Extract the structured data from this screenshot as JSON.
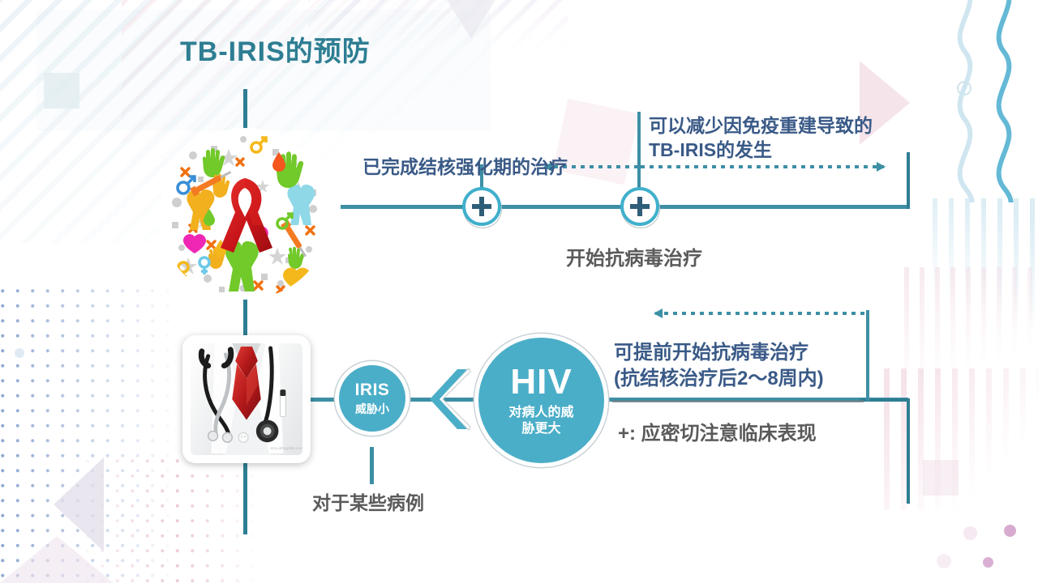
{
  "slide": {
    "title": "TB-IRIS的预防",
    "accent_teal": "#2E7E93",
    "accent_line": "#3D8FA5",
    "bubble_blue": "#4BAEC8",
    "label_blue": "#3A5A87",
    "gray_text": "#5a5a5a"
  },
  "timeline": {
    "label_completed_intensive": "已完成结核强化期的治疗",
    "label_reduce_iris": "可以减少因免疫重建导致的TB-IRIS的发生",
    "label_start_art": "开始抗病毒治疗",
    "marker_symbol": "+"
  },
  "lower": {
    "hiv_title": "HIV",
    "hiv_sub": "对病人的威胁\n更大",
    "hiv_sub_line1": "对病人的威",
    "hiv_sub_line2": "胁更大",
    "iris_title": "IRIS",
    "iris_sub": "威胁小",
    "label_early_art": "可提前开始抗病毒治疗\n(抗结核治疗后2～8周内)",
    "label_early_art_line1": "可提前开始抗病毒治疗",
    "label_early_art_line2": "(抗结核治疗后2～8周内)",
    "label_note_plus": "+: 应密切注意临床表现",
    "label_some_cases": "对于某些病例"
  },
  "images": {
    "aids_collage_alt": "aids-ribbon-collage-image",
    "doctor_alt": "doctor-stethoscope-photo"
  },
  "icons": {
    "plus_marker": "plus-circle-icon",
    "chevron_left": "chevron-left-icon",
    "arrow_left": "arrow-left-icon",
    "arrow_right": "arrow-right-icon"
  }
}
